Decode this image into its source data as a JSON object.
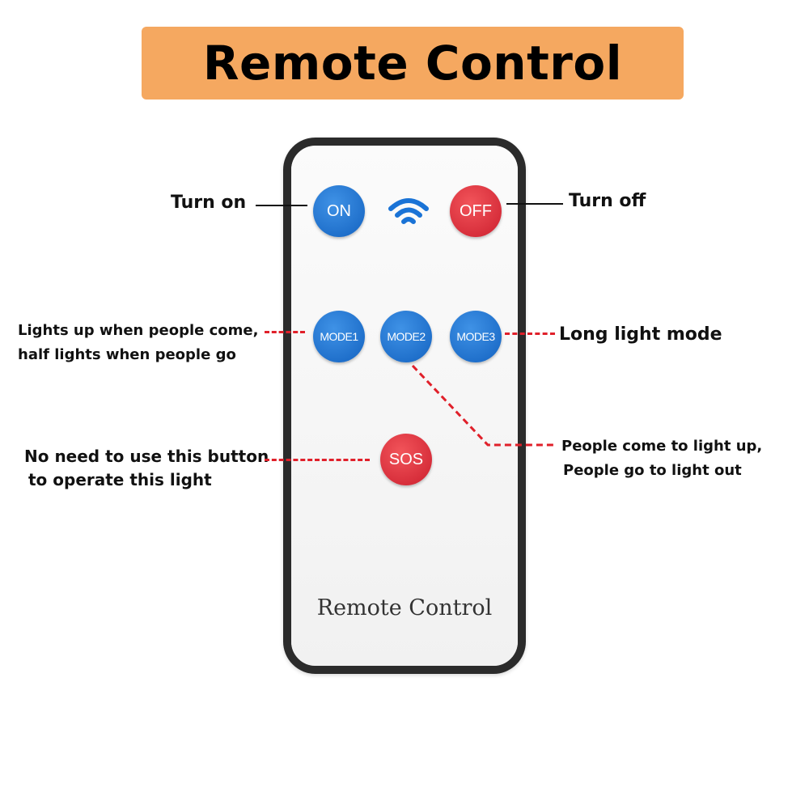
{
  "banner": {
    "title": "Remote Control"
  },
  "remote": {
    "buttons": {
      "on": "ON",
      "off": "OFF",
      "mode1": "MODE1",
      "mode2": "MODE2",
      "mode3": "MODE3",
      "sos": "SOS"
    },
    "signal_icon": "wifi-icon",
    "label": "Remote Control"
  },
  "annotations": {
    "turn_on": "Turn on",
    "turn_off": "Turn off",
    "mode1_line1": "Lights up when people come,",
    "mode1_line2": "half lights when people go",
    "mode3": "Long light mode",
    "mode2_line1": "People come to light up,",
    "mode2_line2": "People go to light out",
    "sos_line1": "No need to use this button",
    "sos_line2": "to operate this light"
  },
  "colors": {
    "banner": "#f5a860",
    "blue_button": "#1b6fcf",
    "red_button": "#e0303a",
    "dashed_leader": "#e0202a"
  }
}
